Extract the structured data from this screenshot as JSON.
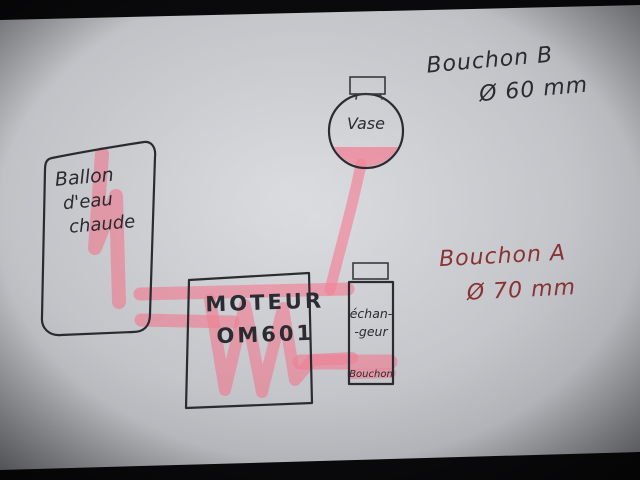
{
  "diagram": {
    "tank": {
      "line1": "Ballon",
      "line2": "d'eau",
      "line3": "chaude"
    },
    "engine": {
      "line1": "MOTEUR",
      "line2": "OM601"
    },
    "vessel": {
      "label": "Vase"
    },
    "exchanger": {
      "line1": "échan-",
      "line2": "-geur",
      "line3": "Bouchon"
    },
    "cap_b": {
      "line1": "Bouchon B",
      "line2": "Ø 60 mm"
    },
    "cap_a": {
      "line1": "Bouchon A",
      "line2": "Ø 70 mm"
    }
  },
  "colors": {
    "highlighter": "#f4879b",
    "ink": "#2c2c33",
    "red_ink": "#8e3434",
    "paper": "#d3d4d9",
    "background": "#0a0a0c"
  }
}
